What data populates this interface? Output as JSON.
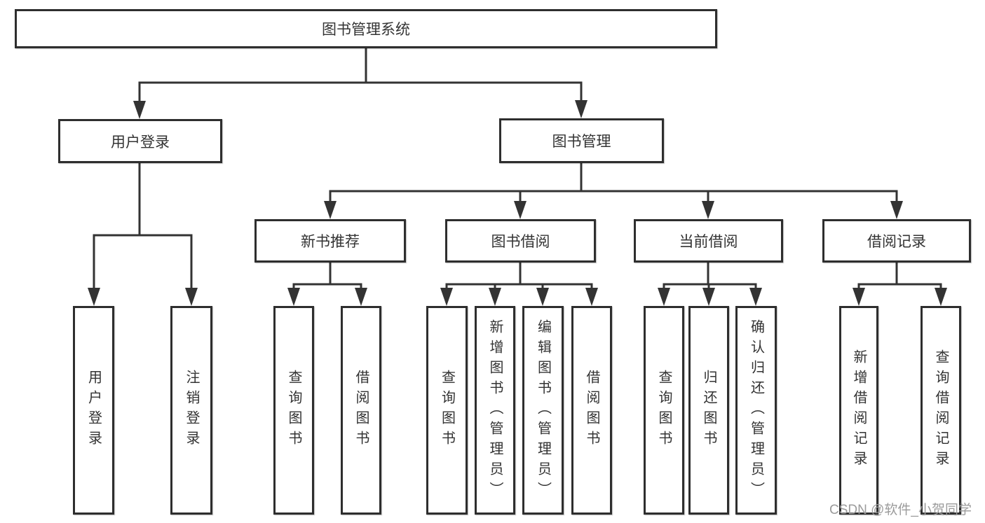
{
  "tree": {
    "label": "图书管理系统",
    "children": [
      {
        "label": "用户登录",
        "children": [
          {
            "label": "用户登录"
          },
          {
            "label": "注销登录"
          }
        ]
      },
      {
        "label": "图书管理",
        "children": [
          {
            "label": "新书推荐",
            "children": [
              {
                "label": "查询图书"
              },
              {
                "label": "借阅图书"
              }
            ]
          },
          {
            "label": "图书借阅",
            "children": [
              {
                "label": "查询图书"
              },
              {
                "label": "新增图书（管理员）"
              },
              {
                "label": "编辑图书（管理员）"
              },
              {
                "label": "借阅图书"
              }
            ]
          },
          {
            "label": "当前借阅",
            "children": [
              {
                "label": "查询图书"
              },
              {
                "label": "归还图书"
              },
              {
                "label": "确认归还（管理员）"
              }
            ]
          },
          {
            "label": "借阅记录",
            "children": [
              {
                "label": "新增借阅记录"
              },
              {
                "label": "查询借阅记录"
              }
            ]
          }
        ]
      }
    ]
  },
  "watermark": {
    "text": "CSDN @软件_小贺同学"
  },
  "colors": {
    "line": "#333333",
    "box_border": "#2e2e2e",
    "box_text": "#333333",
    "background": "#ffffff",
    "watermark": "#9b9b9b"
  }
}
